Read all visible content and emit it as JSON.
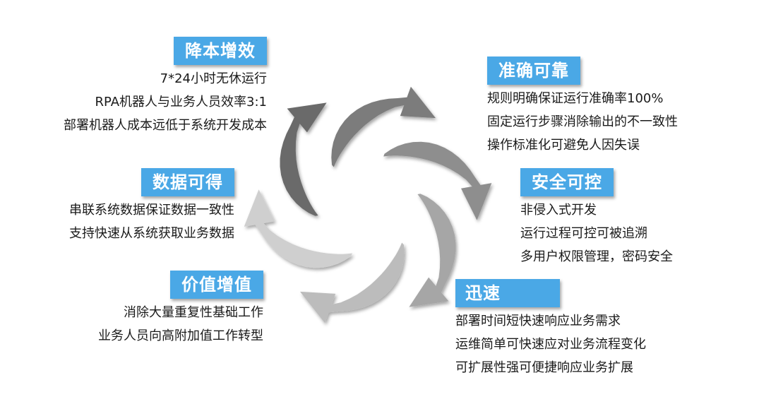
{
  "colors": {
    "tag_background": "#4aa8e6",
    "tag_text": "#ffffff",
    "body_text": "#1a1a1a",
    "arrows": [
      "#6a6a6a",
      "#7c7c7c",
      "#8e8e8e",
      "#a6a6a6",
      "#bcbcbc",
      "#cfcfcf"
    ]
  },
  "blocks": {
    "cost": {
      "title": "降本增效",
      "lines": [
        "7*24小时无休运行",
        "RPA机器人与业务人员效率3:1",
        "部署机器人成本远低于系统开发成本"
      ]
    },
    "data": {
      "title": "数据可得",
      "lines": [
        "串联系统数据保证数据一致性",
        "支持快速从系统获取业务数据"
      ]
    },
    "value": {
      "title": "价值增值",
      "lines": [
        "消除大量重复性基础工作",
        "业务人员向高附加值工作转型"
      ]
    },
    "reliable": {
      "title": "准确可靠",
      "lines": [
        "规则明确保证运行准确率100%",
        "固定运行步骤消除输出的不一致性",
        "操作标准化可避免人因失误"
      ]
    },
    "secure": {
      "title": "安全可控",
      "lines": [
        "非侵入式开发",
        "运行过程可控可被追溯",
        "多用户权限管理，密码安全"
      ]
    },
    "fast": {
      "title": "迅速",
      "lines": [
        "部署时间短快速响应业务需求",
        "运维简单可快速应对业务流程变化",
        "可扩展性强可便捷响应业务扩展"
      ]
    }
  }
}
